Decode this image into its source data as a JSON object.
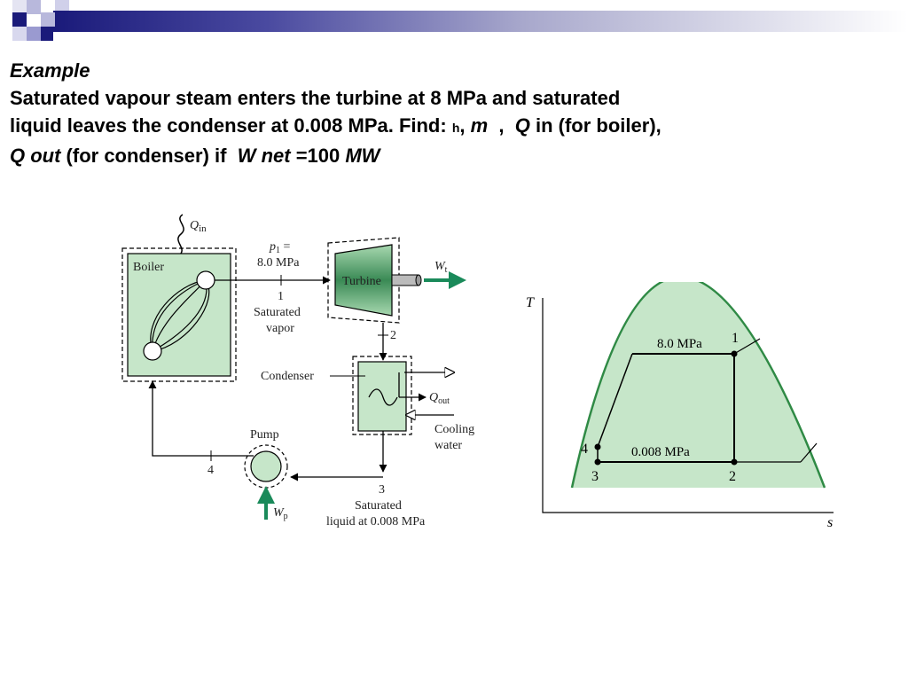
{
  "slide": {
    "heading": "Example",
    "line1": "Saturated vapour steam enters the turbine at 8 MPa and saturated",
    "line2_a": "liquid leaves the condenser at 0.008 MPa. Find: ",
    "line2_h": "h",
    "line2_sep1": ", ",
    "line2_m": "m",
    "line2_sep2": "  ,  ",
    "line2_q": "Q",
    "line2_b": " in (for boiler),",
    "line3_qout": "Q out",
    "line3_a": " (for condenser) if  ",
    "line3_wnet": "W net",
    "line3_b": " =100 ",
    "line3_mw": "MW"
  },
  "schematic": {
    "qin_q": "Q",
    "qin_sub": "in",
    "boiler": "Boiler",
    "p1_line1_p": "p",
    "p1_line1_sub": "1",
    "p1_line1_eq": " =",
    "p1_line2": "8.0 MPa",
    "state1": "1",
    "sat_vapor_1": "Saturated",
    "sat_vapor_2": "vapor",
    "turbine": "Turbine",
    "wt_w": "W",
    "wt_sub": "t",
    "state2": "2",
    "condenser": "Condenser",
    "qout_q": "Q",
    "qout_sub": "out",
    "cooling_1": "Cooling",
    "cooling_2": "water",
    "pump": "Pump",
    "state4": "4",
    "state3": "3",
    "sat_liquid_1": "Saturated",
    "sat_liquid_2": "liquid at 0.008 MPa",
    "wp_w": "W",
    "wp_sub": "p"
  },
  "ts_diagram": {
    "y_axis": "T",
    "x_axis": "s",
    "high_p": "8.0 MPa",
    "low_p": "0.008 MPa",
    "pt1": "1",
    "pt2": "2",
    "pt3": "3",
    "pt4": "4"
  },
  "colors": {
    "green_fill": "#c6e6c9",
    "green_dark": "#2f8a45",
    "green_arrow": "#1a8a5a"
  }
}
